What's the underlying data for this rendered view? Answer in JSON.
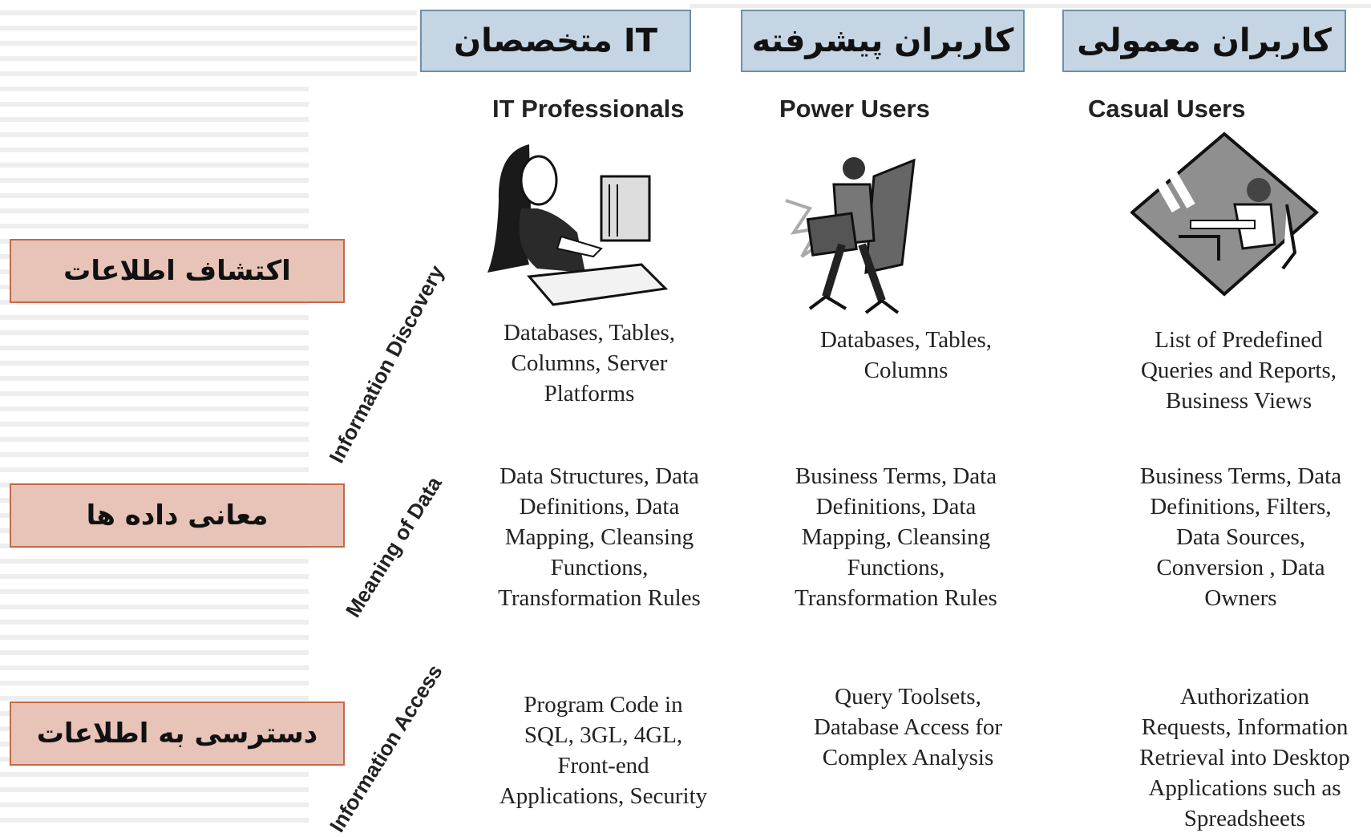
{
  "columns": {
    "it": {
      "fa": "متخصصان IT",
      "en": "IT Professionals"
    },
    "power": {
      "fa": "کاربران پیشرفته",
      "en": "Power Users"
    },
    "casual": {
      "fa": "کاربران معمولی",
      "en": "Casual Users"
    }
  },
  "rows": {
    "discovery": {
      "fa": "اکتشاف اطلاعات",
      "en": "Information Discovery"
    },
    "meaning": {
      "fa": "معانی داده ها",
      "en": "Meaning of Data"
    },
    "access": {
      "fa": "دسترسی به اطلاعات",
      "en": "Information Access"
    }
  },
  "cells": {
    "it_discovery": "Databases, Tables,\nColumns, Server\nPlatforms",
    "power_discovery": "Databases, Tables,\nColumns",
    "casual_discovery": "List of Predefined\nQueries and Reports,\nBusiness Views",
    "it_meaning": "Data Structures, Data\nDefinitions, Data\nMapping, Cleansing\nFunctions,\nTransformation Rules",
    "power_meaning": "Business Terms, Data\nDefinitions, Data\nMapping, Cleansing\nFunctions,\nTransformation Rules",
    "casual_meaning": "Business Terms, Data\nDefinitions, Filters,\nData Sources,\nConversion , Data\nOwners",
    "it_access": "Program Code in\nSQL, 3GL, 4GL,\nFront-end\nApplications, Security",
    "power_access": "Query Toolsets,\nDatabase Access for\nComplex Analysis",
    "casual_access": "Authorization\nRequests, Information\nRetrieval into Desktop\nApplications such as\nSpreadsheets"
  }
}
